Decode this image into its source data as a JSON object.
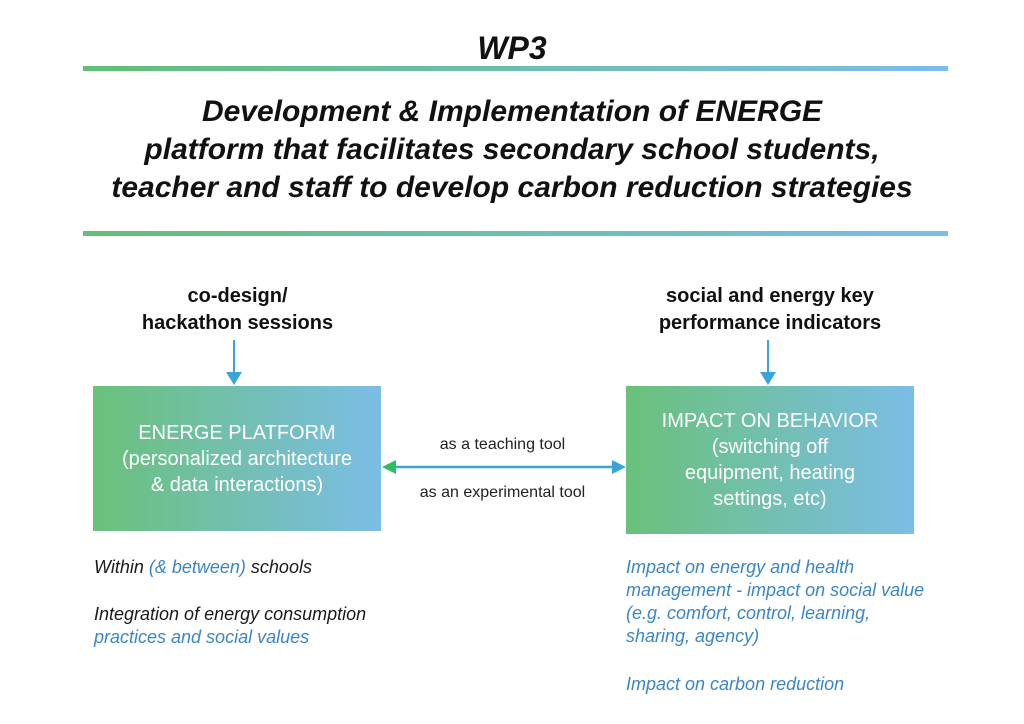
{
  "title": "WP3",
  "headline": {
    "line1": "Development & Implementation of ENERGE",
    "line2": "platform that facilitates secondary school students,",
    "line3": "teacher and staff to develop carbon reduction strategies"
  },
  "left_input": {
    "line1": "co-design/",
    "line2": "hackathon sessions"
  },
  "right_input": {
    "line1": "social and energy key",
    "line2": "performance indicators"
  },
  "left_box": {
    "line1": "ENERGE PLATFORM",
    "line2": "(personalized architecture",
    "line3": "& data interactions)"
  },
  "right_box": {
    "line1": "IMPACT ON BEHAVIOR",
    "line2": "(switching off",
    "line3": "equipment, heating",
    "line4": "settings, etc)"
  },
  "connector": {
    "top_label": "as a teaching tool",
    "bottom_label": "as an experimental tool"
  },
  "left_notes": {
    "within_a": "Within ",
    "within_b": "(& between)",
    "within_c": " schools",
    "integration_line1": "Integration of energy consumption",
    "integration_line2": "practices and social values"
  },
  "right_notes": {
    "line1": "Impact on energy and health",
    "line2": "management - impact on social value",
    "line3": "(e.g. comfort, control, learning,",
    "line4": "sharing, agency)",
    "line5": "Impact on carbon reduction"
  },
  "colors": {
    "box_gradient_start": "#6ac17a",
    "box_gradient_end": "#7bbde6",
    "arrow_blue": "#39a3db",
    "connector_green": "#2dbb63",
    "note_blue": "#3a86c6"
  }
}
